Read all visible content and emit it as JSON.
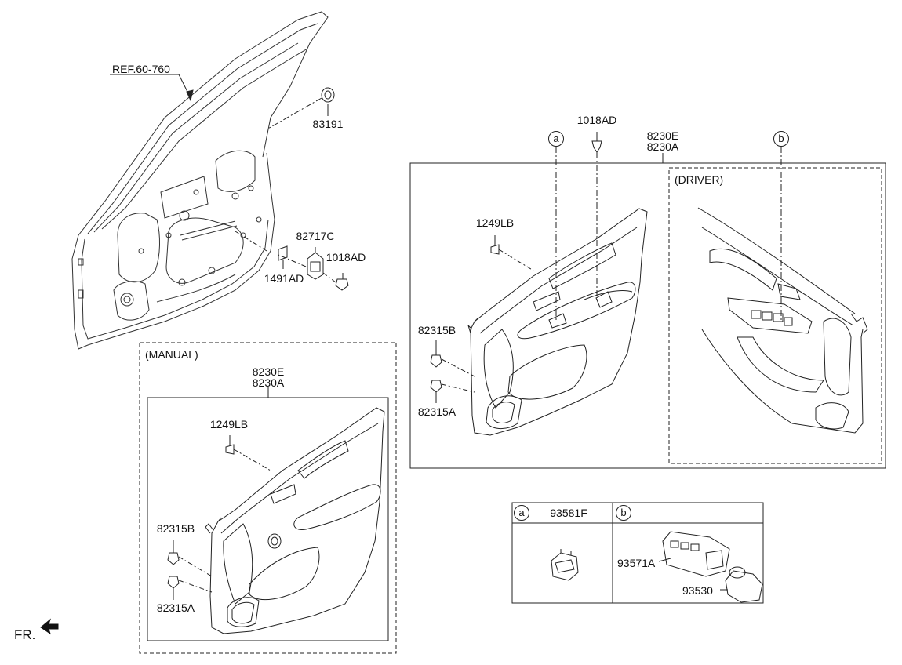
{
  "ref_label": "REF.60-760",
  "fr_label": "FR.",
  "top_parts": {
    "p83191": "83191",
    "p82717C": "82717C",
    "p1018AD": "1018AD",
    "p1491AD": "1491AD"
  },
  "driver_panel": {
    "code_top": "8230E",
    "code_bottom": "8230A",
    "clip_1018AD": "1018AD",
    "title": "(DRIVER)",
    "screw": "1249LB",
    "clip_b": "82315B",
    "clip_a": "82315A",
    "callout_a": "a",
    "callout_b": "b"
  },
  "manual_panel": {
    "title": "(MANUAL)",
    "code_top": "8230E",
    "code_bottom": "8230A",
    "screw": "1249LB",
    "clip_b": "82315B",
    "clip_a": "82315A"
  },
  "legend": {
    "a_letter": "a",
    "a_part": "93581F",
    "b_letter": "b",
    "b_part_1": "93571A",
    "b_part_2": "93530"
  }
}
